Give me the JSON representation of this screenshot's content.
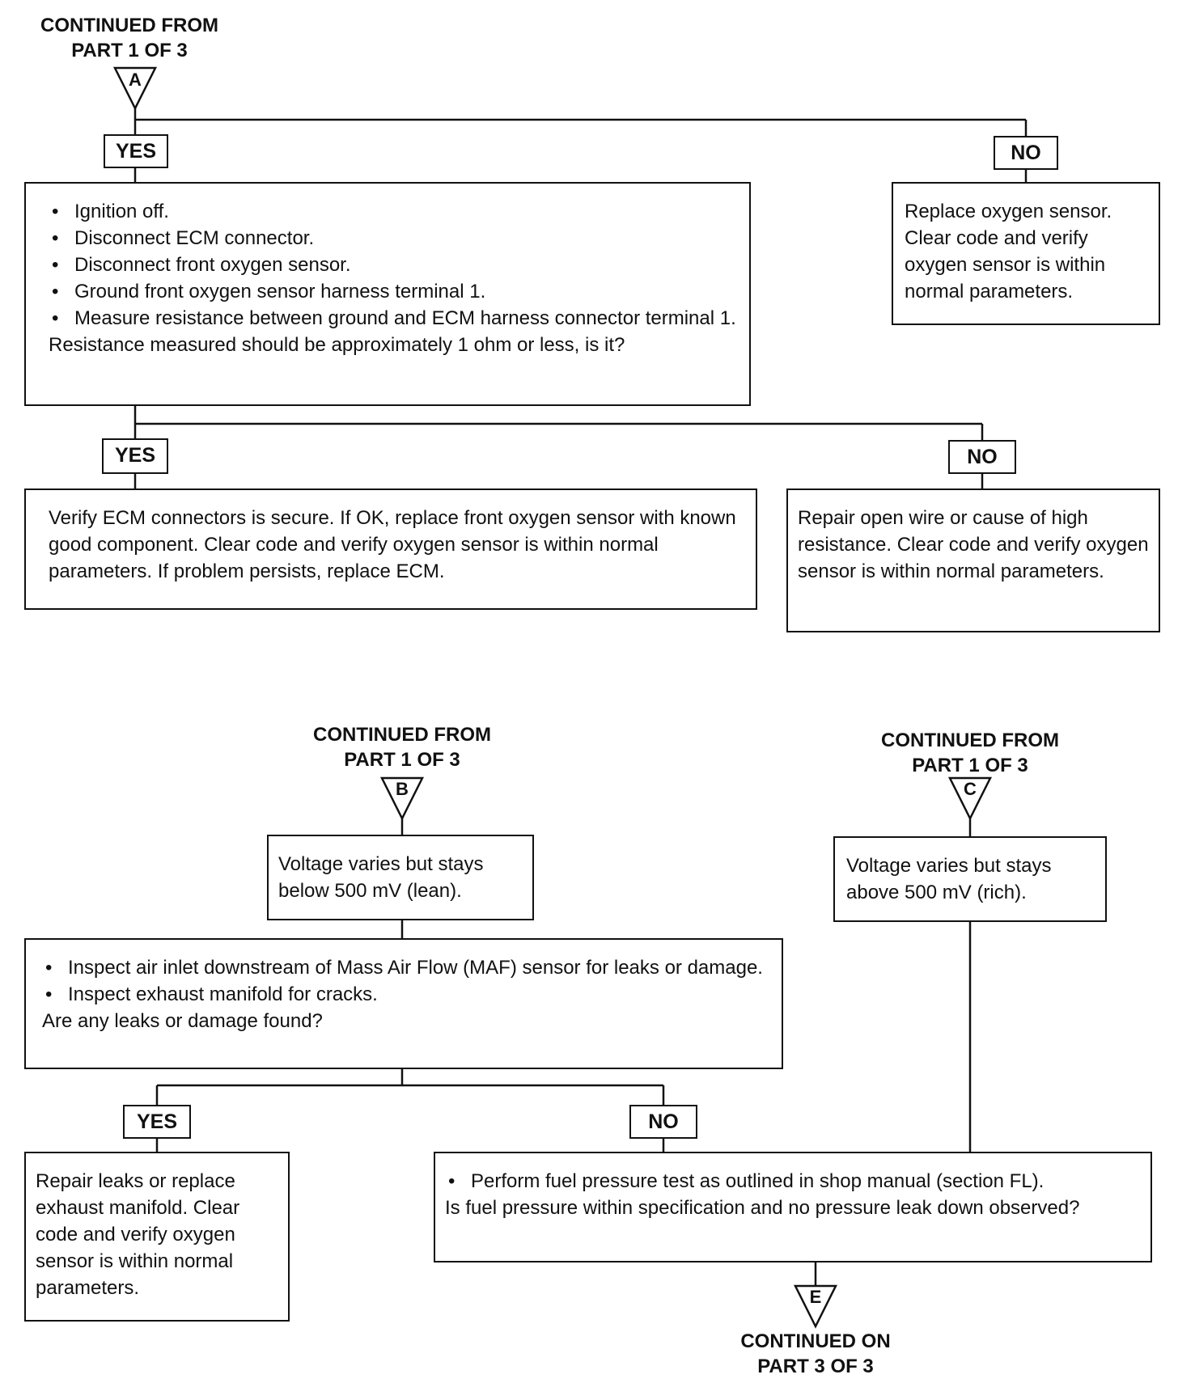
{
  "connectors": {
    "a": {
      "line1": "CONTINUED FROM",
      "line2": "PART 1 OF 3",
      "letter": "A"
    },
    "b": {
      "line1": "CONTINUED FROM",
      "line2": "PART 1 OF 3",
      "letter": "B"
    },
    "c": {
      "line1": "CONTINUED FROM",
      "line2": "PART 1 OF 3",
      "letter": "C"
    },
    "e": {
      "line1": "CONTINUED ON",
      "line2": "PART 3 OF 3",
      "letter": "E"
    }
  },
  "labels": {
    "yes": "YES",
    "no": "NO"
  },
  "step1": {
    "bullets": [
      "Ignition off.",
      "Disconnect ECM connector.",
      "Disconnect front oxygen sensor.",
      "Ground front oxygen sensor harness terminal 1.",
      "Measure resistance between ground and ECM harness connector terminal 1."
    ],
    "question": "Resistance measured should be approximately 1 ohm or less, is it?"
  },
  "replace_sensor": "Replace oxygen sensor. Clear code and verify oxygen sensor is within normal parameters.",
  "verify_ecm": "Verify ECM connectors is secure. If OK, replace front oxygen sensor with known good component. Clear code and verify  oxygen sensor is within normal parameters. If problem persists, replace ECM.",
  "repair_wire": "Repair open wire or cause of high resistance. Clear code and verify oxygen sensor is within normal parameters.",
  "lean": "Voltage varies but stays below 500 mV (lean).",
  "rich": "Voltage varies but stays above 500 mV (rich).",
  "inspect": {
    "bullets": [
      "Inspect air inlet downstream of Mass Air Flow (MAF) sensor for leaks or damage.",
      "Inspect exhaust manifold for cracks."
    ],
    "question": "Are any leaks or damage found?"
  },
  "repair_leaks": "Repair leaks or replace exhaust manifold. Clear code and verify oxygen sensor is within normal parameters.",
  "fuel_test": {
    "bullets": [
      "Perform fuel pressure test as outlined in shop manual (section FL)."
    ],
    "question": "Is fuel pressure within specification and no pressure leak down observed?"
  }
}
